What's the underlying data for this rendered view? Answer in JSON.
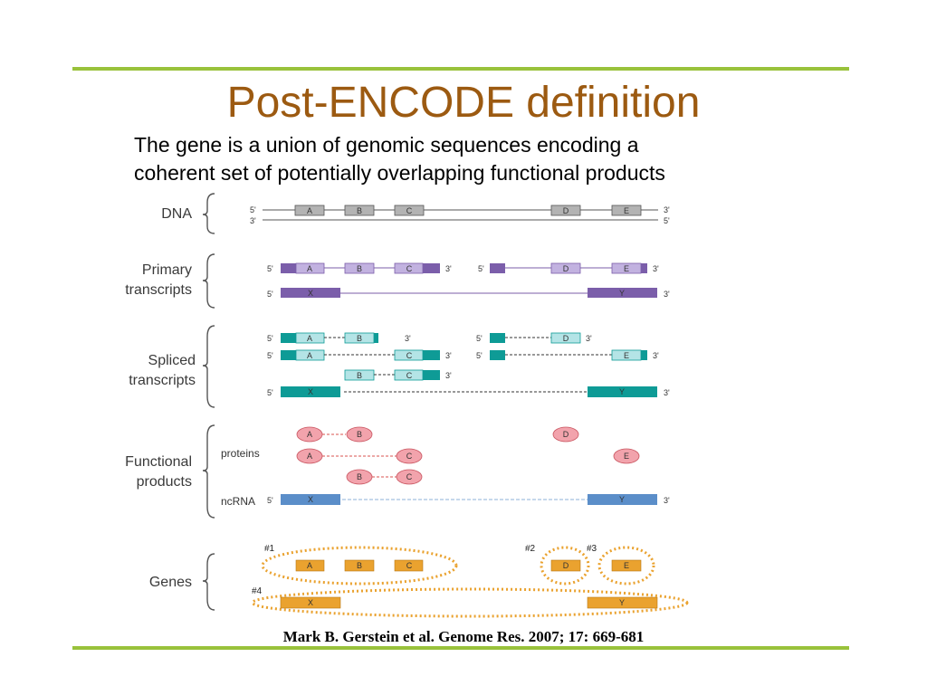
{
  "slide": {
    "title": "Post-ENCODE definition",
    "subtitle_line1": "The gene is a union of genomic sequences encoding a",
    "subtitle_line2": "coherent set of potentially overlapping functional products",
    "citation": "Mark B. Gerstein et al. Genome Res. 2007; 17: 669-681"
  },
  "rows": {
    "dna": "DNA",
    "primary_1": "Primary",
    "primary_2": "transcripts",
    "spliced_1": "Spliced",
    "spliced_2": "transcripts",
    "functional_1": "Functional",
    "functional_2": "products",
    "proteins": "proteins",
    "ncrna": "ncRNA",
    "genes": "Genes"
  },
  "ends": {
    "five": "5'",
    "three": "3'"
  },
  "genes": {
    "g1": "#1",
    "g2": "#2",
    "g3": "#3",
    "g4": "#4"
  },
  "exons": {
    "A": "A",
    "B": "B",
    "C": "C",
    "D": "D",
    "E": "E",
    "X": "X",
    "Y": "Y"
  },
  "colors": {
    "rule": "#99c23b",
    "title": "#9c5a11",
    "dna_exon": "#b3b3b3",
    "primary_dark": "#7b5eaa",
    "primary_light": "#c2b2e0",
    "spliced_dark": "#0e9b96",
    "spliced_light": "#b4e4e6",
    "protein": "#f2a3ac",
    "ncrna": "#5b8ec9",
    "gene": "#eaa22f"
  }
}
